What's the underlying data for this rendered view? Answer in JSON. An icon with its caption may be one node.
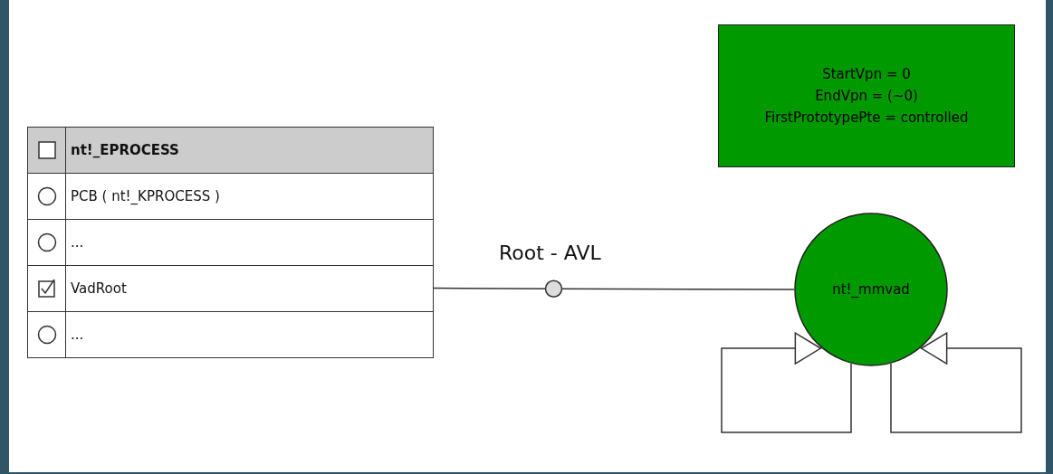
{
  "diagram": {
    "nodes": [
      {
        "text": [
          "nt!_EPROCESS"
        ]
      },
      {
        "text": [
          "PCB ( nt!_KPROCESS )"
        ],
        "in": 0
      },
      {
        "text": [
          "..."
        ],
        "in": 0
      },
      {
        "text": [
          "VadRoot"
        ],
        "in": 0
      },
      {
        "text": [
          "..."
        ],
        "in": 0
      },
      {
        "text": [
          "StartVpn = 0",
          "EndVpn = (~0)",
          "FirstPrototypePte = controlled"
        ]
      },
      {
        "text": [
          "nt!_mmvad"
        ]
      }
    ],
    "edges": [
      {
        "from": 3,
        "to": 6,
        "arrow": "none",
        "label": "Root - AVL"
      },
      {
        "from": 6,
        "to": 6,
        "arrow": "to"
      },
      {
        "from": 6,
        "to": 6,
        "arrow": "to"
      }
    ]
  }
}
